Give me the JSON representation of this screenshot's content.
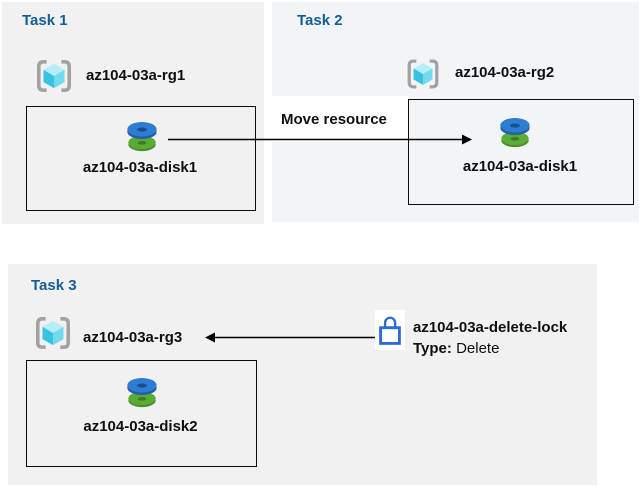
{
  "tasks": [
    {
      "title": "Task 1",
      "resource_group": "az104-03a-rg1",
      "resource": "az104-03a-disk1"
    },
    {
      "title": "Task 2",
      "resource_group": "az104-03a-rg2",
      "resource": "az104-03a-disk1"
    },
    {
      "title": "Task 3",
      "resource_group": "az104-03a-rg3",
      "resource": "az104-03a-disk2"
    }
  ],
  "move_label": "Move resource",
  "lock": {
    "name": "az104-03a-delete-lock",
    "type_label": "Type:",
    "type_value": "Delete"
  },
  "icons": {
    "resource_group": "resource-group-icon",
    "disk": "disk-icon",
    "lock": "lock-icon",
    "move_arrow": "arrow-right-icon",
    "lock_arrow": "arrow-left-icon"
  },
  "colors": {
    "panel_gray": "#f1f1f1",
    "panel_blue": "#f2f5f8",
    "heading_blue": "#135e97",
    "text_black": "#101010",
    "box_border": "#0b0b0b",
    "lock_blue": "#2b6bd4",
    "disk_blue": "#2f7cd3",
    "disk_green": "#5cab36",
    "cube_top": "#b5edf9",
    "cube_left": "#38c1e0",
    "cube_right": "#72d9ee",
    "bracket_gray": "#a2a2a2",
    "arrow_black": "#000000"
  }
}
